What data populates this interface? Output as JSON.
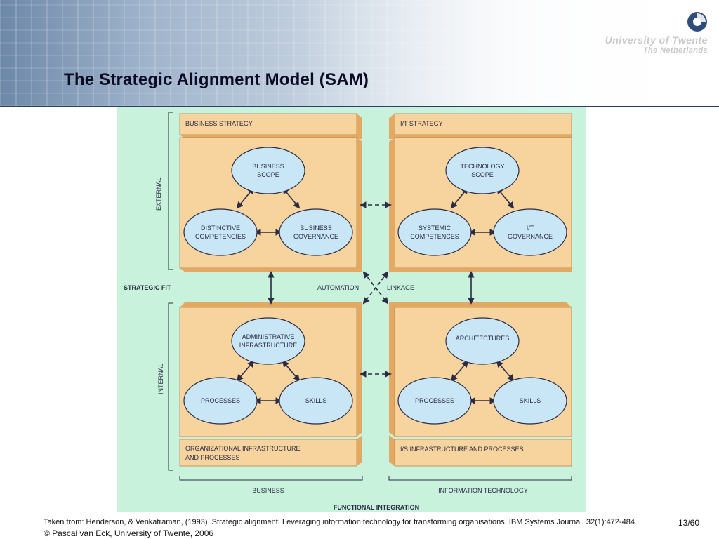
{
  "slide": {
    "title": "The Strategic Alignment Model (SAM)",
    "university_name": "University of Twente",
    "university_country": "The Netherlands",
    "source_note": "Taken from: Henderson, & Venkatraman, (1993). Strategic alignment: Leveraging information technology for transforming organisations. IBM Systems Journal, 32(1):472-484.",
    "copyright": "© Pascal van Eck, University of Twente, 2006",
    "page_number": "13/60"
  },
  "diagram": {
    "headers": {
      "business_strategy": "BUSINESS STRATEGY",
      "it_strategy": "I/T STRATEGY",
      "org_infra_line1": "ORGANIZATIONAL INFRASTRUCTURE",
      "org_infra_line2": "AND PROCESSES",
      "is_infra": "I/S INFRASTRUCTURE AND PROCESSES"
    },
    "side_labels": {
      "external": "EXTERNAL",
      "internal": "INTERNAL",
      "strategic_fit": "STRATEGIC FIT"
    },
    "bottom_labels": {
      "business": "BUSINESS",
      "information_technology": "INFORMATION TECHNOLOGY",
      "functional_integration": "FUNCTIONAL INTEGRATION"
    },
    "cross_labels": {
      "automation": "AUTOMATION",
      "linkage": "LINKAGE"
    },
    "nodes": {
      "bs_top": [
        "BUSINESS",
        "SCOPE"
      ],
      "bs_left": [
        "DISTINCTIVE",
        "COMPETENCIES"
      ],
      "bs_right": [
        "BUSINESS",
        "GOVERNANCE"
      ],
      "it_top": [
        "TECHNOLOGY",
        "SCOPE"
      ],
      "it_left": [
        "SYSTEMIC",
        "COMPETENCES"
      ],
      "it_right": [
        "I/T",
        "GOVERNANCE"
      ],
      "oi_top": [
        "ADMINISTRATIVE",
        "INFRASTRUCTURE"
      ],
      "oi_left": [
        "PROCESSES"
      ],
      "oi_right": [
        "SKILLS"
      ],
      "is_top": [
        "ARCHITECTURES"
      ],
      "is_left": [
        "PROCESSES"
      ],
      "is_right": [
        "SKILLS"
      ]
    },
    "colors": {
      "background": "#c8f2dc",
      "box_face": "#f7d39e",
      "box_side": "#e3a862",
      "node_fill": "#c9e6f7",
      "node_stroke": "#2b2b45",
      "line": "#2b2b45"
    }
  }
}
